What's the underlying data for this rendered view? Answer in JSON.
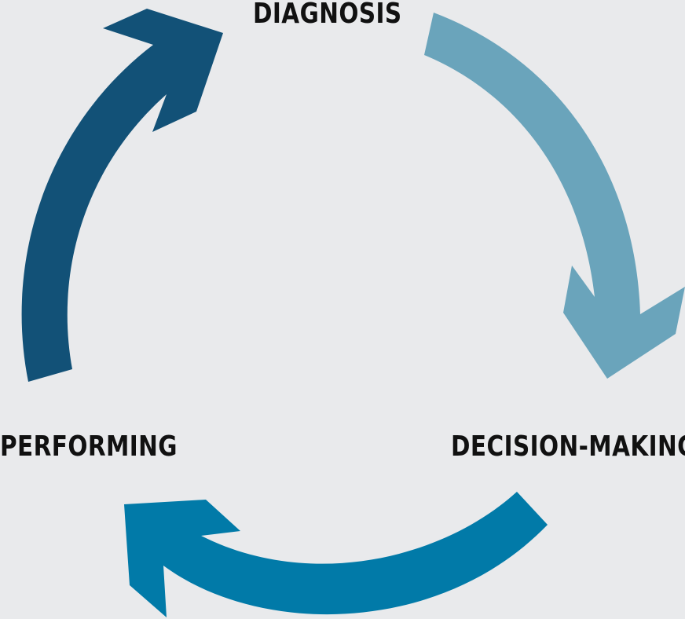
{
  "stages": {
    "diagnosis": "DIAGNOSIS",
    "decision_making": "DECISION-MAKING",
    "performing": "PERFORMING"
  },
  "colors": {
    "background": "#e9eaec",
    "diagnosis_arrow": "#6aa4bb",
    "decision_arrow": "#017aa8",
    "performing_arrow": "#125177",
    "text": "#111111"
  }
}
